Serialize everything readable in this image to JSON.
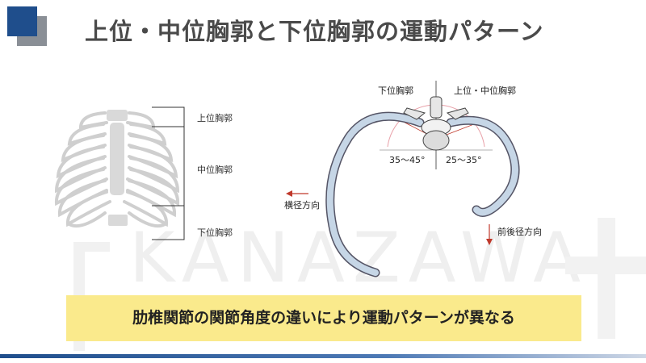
{
  "slide": {
    "title": "上位・中位胸郭と下位胸郭の運動パターン",
    "watermark": "KANAZAWA",
    "summary": "肋椎関節の関節角度の違いにより運動パターンが異なる"
  },
  "ribcage_labels": {
    "upper": "上位胸郭",
    "middle": "中位胸郭",
    "lower": "下位胸郭"
  },
  "rib_diagram": {
    "label_lower": "下位胸郭",
    "label_upper_middle": "上位・中位胸郭",
    "angle_left": "35～45°",
    "angle_right": "25～35°",
    "arrow_lateral": "横径方向",
    "arrow_ap": "前後径方向"
  },
  "colors": {
    "title_square": "#1f4e8c",
    "banner": "#faea8c",
    "arrow": "#c0392b",
    "angle_arc": "#e8a0a8"
  }
}
